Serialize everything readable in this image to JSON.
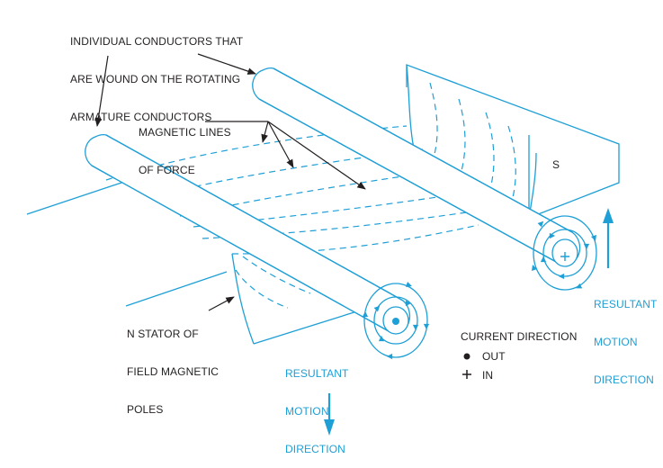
{
  "labels": {
    "conductors_callout": [
      "INDIVIDUAL CONDUCTORS THAT",
      "ARE WOUND ON THE ROTATING",
      "ARMATURE CONDUCTORS"
    ],
    "lines_of_force": [
      "MAGNETIC LINES",
      "OF FORCE"
    ],
    "south_pole": "S",
    "north_stator": [
      "N STATOR OF",
      "FIELD MAGNETIC",
      "POLES"
    ],
    "resultant_motion_right": [
      "RESULTANT",
      "MOTION",
      "DIRECTION"
    ],
    "resultant_motion_bottom": [
      "RESULTANT",
      "MOTION",
      "DIRECTION"
    ]
  },
  "legend": {
    "title": "CURRENT DIRECTION",
    "out_label": "OUT",
    "in_label": "IN"
  },
  "colors": {
    "diagram_line": "#1e9fd6",
    "text": "#231f20"
  }
}
